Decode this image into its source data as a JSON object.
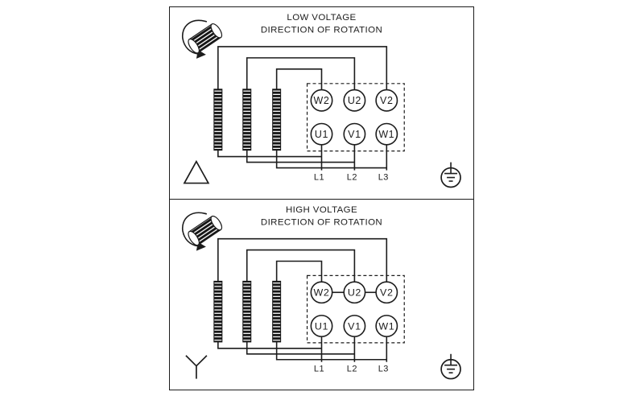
{
  "colors": {
    "ink": "#1c1c1c",
    "background": "#ffffff"
  },
  "panels": [
    {
      "title": "LOW VOLTAGE",
      "subtitle": "DIRECTION OF ROTATION",
      "terminals_top": [
        "W2",
        "U2",
        "V2"
      ],
      "terminals_bottom": [
        "U1",
        "V1",
        "W1"
      ],
      "supply_lines": [
        "L1",
        "L2",
        "L3"
      ],
      "symbols": {
        "winding": "delta-symbol",
        "earth": "ground-symbol",
        "rotation": "rotation-direction-icon"
      }
    },
    {
      "title": "HIGH VOLTAGE",
      "subtitle": "DIRECTION OF ROTATION",
      "terminals_top": [
        "W2",
        "U2",
        "V2"
      ],
      "terminals_bottom": [
        "U1",
        "V1",
        "W1"
      ],
      "supply_lines": [
        "L1",
        "L2",
        "L3"
      ],
      "symbols": {
        "winding": "wye-symbol",
        "earth": "ground-symbol",
        "rotation": "rotation-direction-icon"
      }
    }
  ]
}
